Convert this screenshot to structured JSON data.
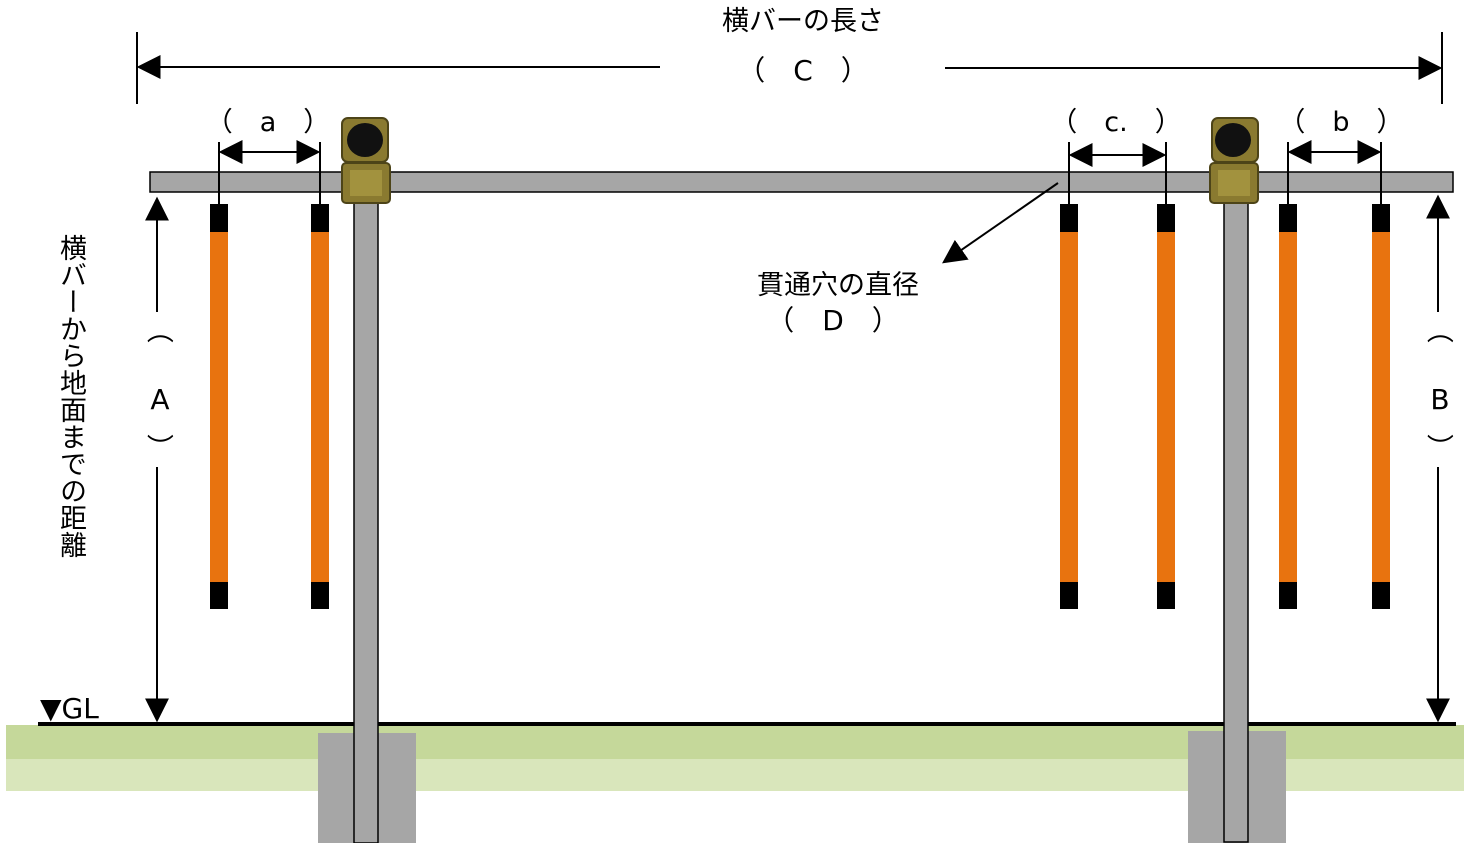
{
  "labels": {
    "bar_length": "横バーの長さ",
    "C": "（　C　）",
    "a": "（　a　）",
    "c": "（　c.　）",
    "b": "（　b　）",
    "diameter": "貫通穴の直径",
    "D": "（　D　）",
    "A_open": "（",
    "A": "A",
    "A_close": "）",
    "B_open": "（",
    "B": "B",
    "B_close": "）",
    "vertical": "横バーから地面までの距離",
    "gl": "▼GL"
  },
  "colors": {
    "bar": "#a6a6a6",
    "pipe": "#e8730f",
    "cap": "#000000",
    "clamp": "#8a7a30",
    "ground_top": "#c5d89a",
    "ground_bottom": "#d9e6bb",
    "footing": "#a6a6a6"
  },
  "icons": [
    "clamp-icon"
  ]
}
